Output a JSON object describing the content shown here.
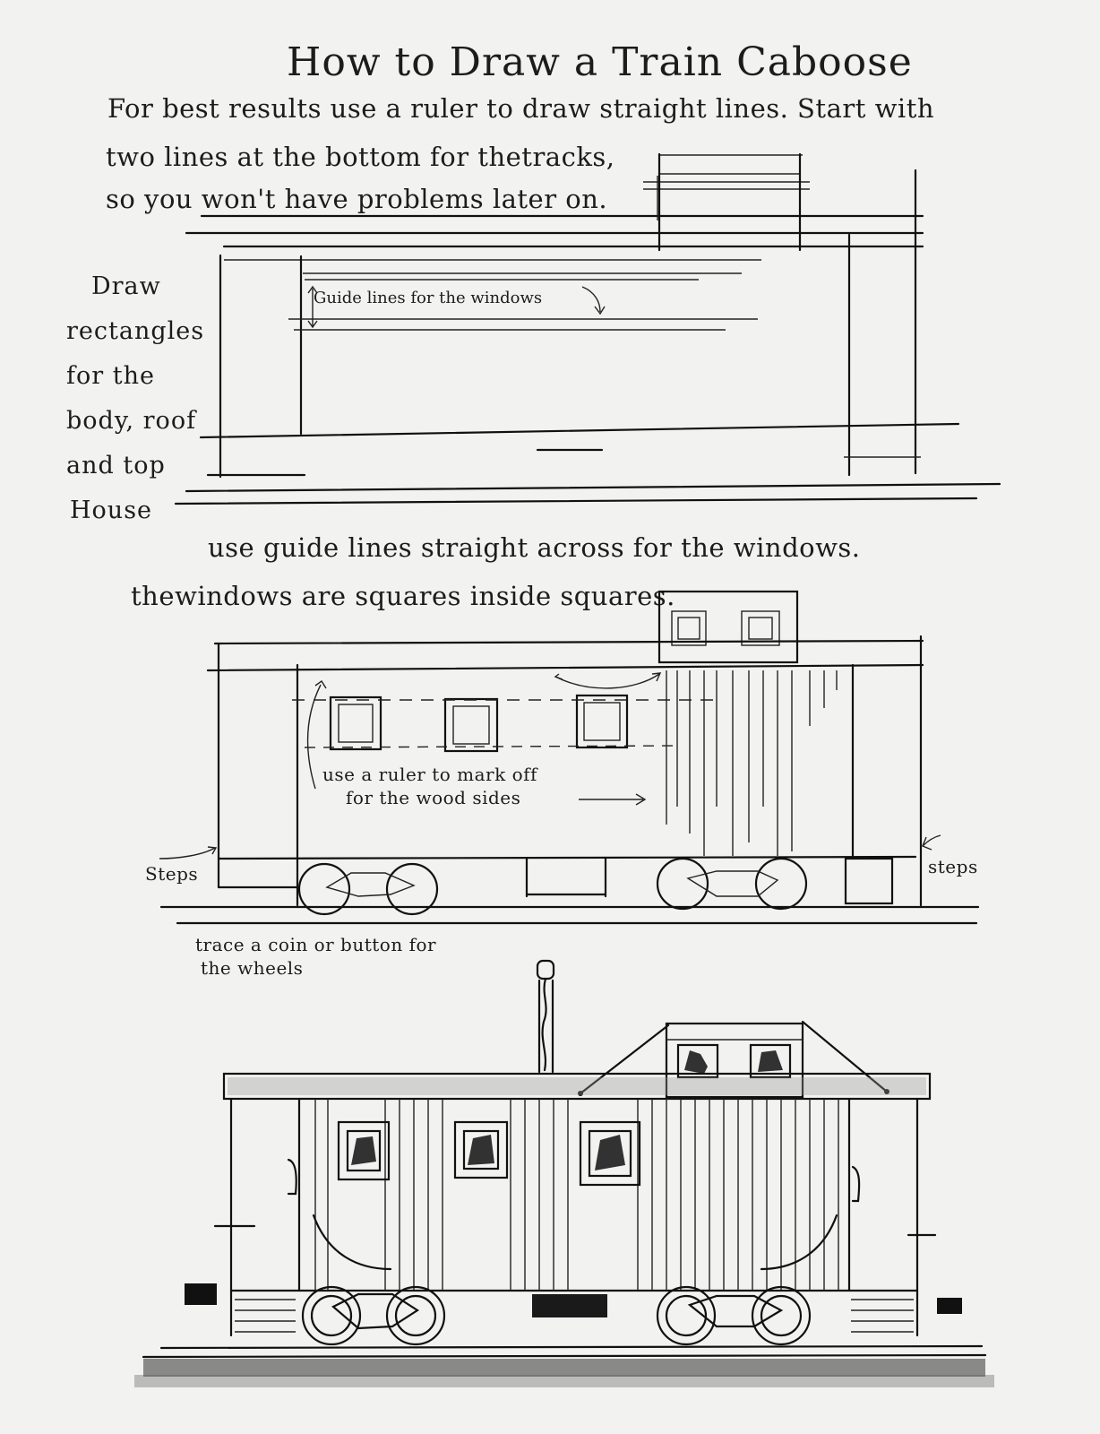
{
  "title": "How to Draw a Train Caboose",
  "intro": {
    "line1": "For best results use a ruler to draw straight lines. Start with",
    "line2": "two lines at the bottom for thetracks,",
    "line3": "so you won't have problems later on."
  },
  "step1": {
    "label_lines": [
      "Draw",
      "rectangles",
      "for the",
      "body, roof",
      "and top",
      "House"
    ],
    "guide_note": "Guide lines for the windows"
  },
  "step2": {
    "line1": "use guide lines straight across for the windows.",
    "line2": "thewindows are squares inside squares.",
    "ruler_note_1": "use a ruler to mark off",
    "ruler_note_2": "for the wood sides",
    "steps_left": "Steps",
    "steps_right": "steps"
  },
  "step3": {
    "wheels_note_1": "trace a coin or button for",
    "wheels_note_2": "the wheels"
  }
}
